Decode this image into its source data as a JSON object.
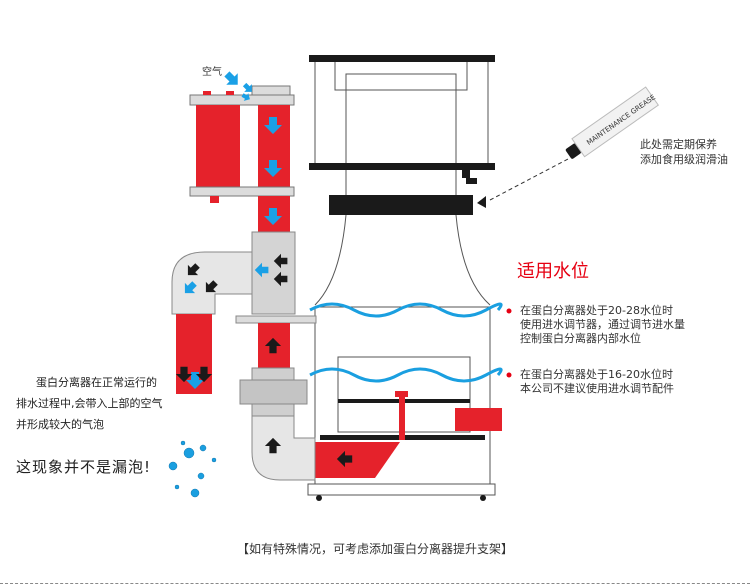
{
  "labels": {
    "air": "空气",
    "grease_note": [
      "此处需定期保养",
      "添加食用级润滑油"
    ],
    "grease_tube_text": "MAINTENANCE GREASE",
    "water_level_title": "适用水位",
    "level_notes": [
      {
        "lines": [
          "在蛋白分离器处于20-28水位时",
          "使用进水调节器，通过调节进水量",
          "控制蛋白分离器内部水位"
        ]
      },
      {
        "lines": [
          "在蛋白分离器处于16-20水位时",
          "本公司不建议使用进水调节配件"
        ]
      }
    ],
    "left_note": [
      "蛋白分离器在正常运行的",
      "排水过程中,会带入上部的空气",
      "并形成较大的气泡"
    ],
    "leak_note": "这现象并不是漏泡!",
    "footer": "【如有特殊情况，可考虑添加蛋白分离器提升支架】"
  },
  "colors": {
    "red": "#e5222b",
    "accent_red": "#e60012",
    "water_blue": "#1a9fe0",
    "arrow_blue": "#1aa0e6",
    "pipe_gray": "#d4d4d4",
    "black": "#1a1a1a"
  }
}
